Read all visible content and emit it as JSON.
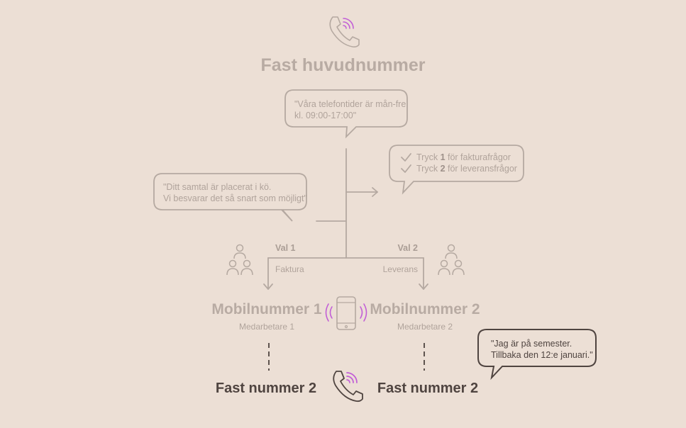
{
  "header": {
    "title": "Fast huvudnummer"
  },
  "bubbles": {
    "hours": "\"Våra telefontider är mån-fre\nkl. 09:00-17:00\"",
    "queue": "\"Ditt samtal är placerat i kö.\nVi besvarar det så snart som möjligt\"",
    "vacation": "\"Jag är på semester.\nTillbaka den 12:e januari.\""
  },
  "menu": {
    "option1": {
      "prefix": "Tryck ",
      "digit": "1",
      "suffix": " för fakturafrågor"
    },
    "option2": {
      "prefix": "Tryck ",
      "digit": "2",
      "suffix": " för leveransfrågor"
    }
  },
  "branches": {
    "left": {
      "choice": "Val 1",
      "topic": "Faktura",
      "number": "Mobilnummer 1",
      "employee": "Medarbetare 1",
      "fixed": "Fast nummer 2"
    },
    "right": {
      "choice": "Val 2",
      "topic": "Leverans",
      "number": "Mobilnummer 2",
      "employee": "Medarbetare 2",
      "fixed": "Fast nummer 2"
    }
  },
  "icons": {
    "top": "phone-ringing-icon",
    "center": "mobile-vibrating-icon",
    "bottom": "phone-ringing-icon",
    "groups": "people-group-icon",
    "check": "check-icon"
  },
  "colors": {
    "background": "#ecdfd5",
    "line": "#b5a9a1",
    "dark": "#4f4440",
    "accent": "#c25fd6"
  }
}
